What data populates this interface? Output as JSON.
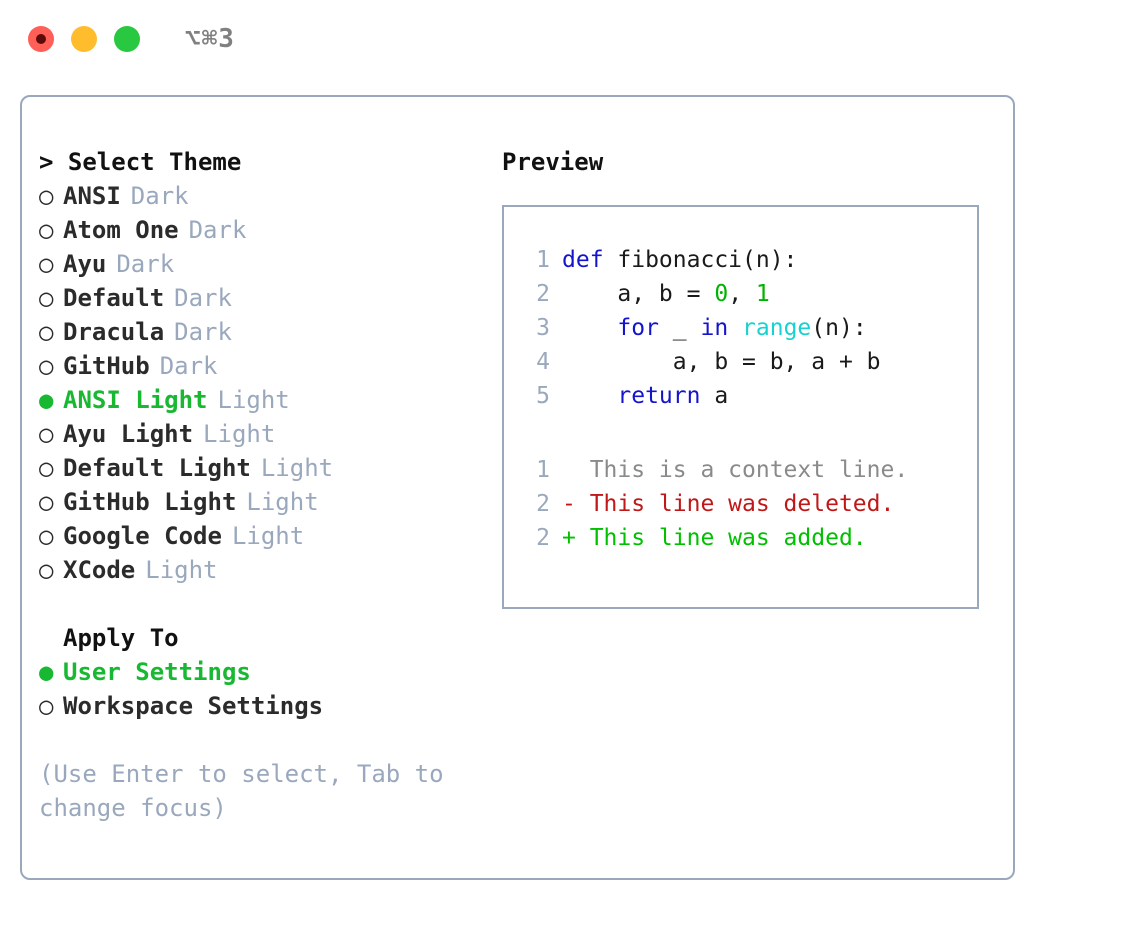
{
  "titlebar": {
    "shortcut": "⌥⌘3",
    "lights": [
      {
        "name": "close",
        "color": "#ff5f57"
      },
      {
        "name": "minimize",
        "color": "#ffbd2e"
      },
      {
        "name": "maximize",
        "color": "#28c840"
      }
    ]
  },
  "theme_picker": {
    "header": "> Select Theme",
    "selected_marker": "●",
    "unselected_marker": "○",
    "items": [
      {
        "marker": "○",
        "label": "ANSI",
        "tag": "Dark",
        "selected": false
      },
      {
        "marker": "○",
        "label": "Atom One",
        "tag": "Dark",
        "selected": false
      },
      {
        "marker": "○",
        "label": "Ayu",
        "tag": "Dark",
        "selected": false
      },
      {
        "marker": "○",
        "label": "Default",
        "tag": "Dark",
        "selected": false
      },
      {
        "marker": "○",
        "label": "Dracula",
        "tag": "Dark",
        "selected": false
      },
      {
        "marker": "○",
        "label": "GitHub",
        "tag": "Dark",
        "selected": false
      },
      {
        "marker": "●",
        "label": "ANSI Light",
        "tag": "Light",
        "selected": true
      },
      {
        "marker": "○",
        "label": "Ayu Light",
        "tag": "Light",
        "selected": false
      },
      {
        "marker": "○",
        "label": "Default Light",
        "tag": "Light",
        "selected": false
      },
      {
        "marker": "○",
        "label": "GitHub Light",
        "tag": "Light",
        "selected": false
      },
      {
        "marker": "○",
        "label": "Google Code",
        "tag": "Light",
        "selected": false
      },
      {
        "marker": "○",
        "label": "XCode",
        "tag": "Light",
        "selected": false
      }
    ]
  },
  "apply_to": {
    "header": "Apply To",
    "items": [
      {
        "marker": "●",
        "label": "User Settings",
        "selected": true
      },
      {
        "marker": "○",
        "label": "Workspace Settings",
        "selected": false
      }
    ]
  },
  "hint": "(Use Enter to select, Tab to change focus)",
  "preview": {
    "title": "Preview",
    "code": [
      {
        "ln": "1",
        "tokens": [
          {
            "t": "def ",
            "c": "kw"
          },
          {
            "t": "fibonacci(n):",
            "c": "plain"
          }
        ]
      },
      {
        "ln": "2",
        "tokens": [
          {
            "t": "    a, b = ",
            "c": "plain"
          },
          {
            "t": "0",
            "c": "num"
          },
          {
            "t": ", ",
            "c": "plain"
          },
          {
            "t": "1",
            "c": "num"
          }
        ]
      },
      {
        "ln": "3",
        "tokens": [
          {
            "t": "    ",
            "c": "plain"
          },
          {
            "t": "for",
            "c": "kw"
          },
          {
            "t": " _ ",
            "c": "plain"
          },
          {
            "t": "in",
            "c": "kw"
          },
          {
            "t": " ",
            "c": "plain"
          },
          {
            "t": "range",
            "c": "fn"
          },
          {
            "t": "(n):",
            "c": "plain"
          }
        ]
      },
      {
        "ln": "4",
        "tokens": [
          {
            "t": "        a, b = b, a + b",
            "c": "plain"
          }
        ]
      },
      {
        "ln": "5",
        "tokens": [
          {
            "t": "    ",
            "c": "plain"
          },
          {
            "t": "return",
            "c": "kw"
          },
          {
            "t": " a",
            "c": "plain"
          }
        ]
      }
    ],
    "diff": [
      {
        "ln": "1",
        "text": "  This is a context line.",
        "kind": "ctx"
      },
      {
        "ln": "2",
        "text": "- This line was deleted.",
        "kind": "del"
      },
      {
        "ln": "2",
        "text": "+ This line was added.",
        "kind": "add"
      }
    ]
  },
  "colors": {
    "border": "#9aa8bd",
    "accent_green": "#18b832",
    "muted": "#9aa8bd",
    "keyword": "#1414cc",
    "function": "#18d2d2",
    "number": "#00b300",
    "diff_add": "#00c000",
    "diff_del": "#c01818",
    "diff_ctx": "#8a8a8a"
  }
}
